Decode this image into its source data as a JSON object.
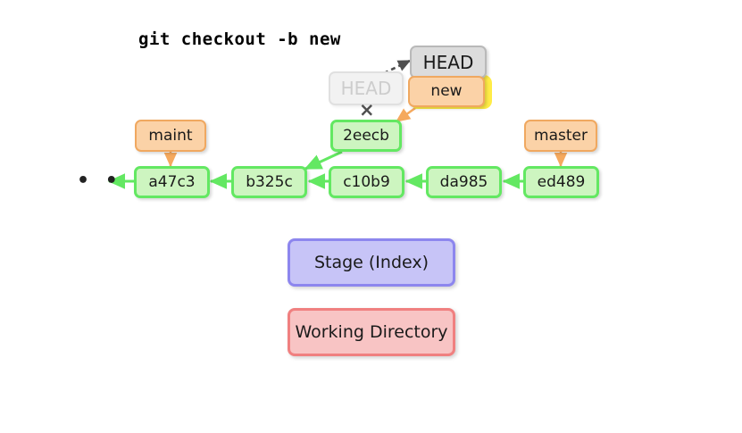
{
  "title": {
    "command": "git checkout -b new"
  },
  "colors": {
    "commit_fill": "#cdf5c0",
    "commit_border": "#63e862",
    "branch_fill": "#fbd2a7",
    "branch_border": "#f0a860",
    "head_fill": "#dcdcdc",
    "head_border": "#b9b9b9",
    "head_ghost_fill": "#f2f2f2",
    "head_ghost_text": "#cdcdcd",
    "highlight": "#ffec46",
    "stage_fill": "#c7c4f7",
    "stage_border": "#8d86ee",
    "workdir_fill": "#f8c4c4",
    "workdir_border": "#f08080",
    "arrow_green": "#63e862",
    "arrow_orange": "#f5a95e",
    "arrow_dashed": "#4f4f4f"
  },
  "commits": [
    {
      "id": "a47c3",
      "label": "a47c3"
    },
    {
      "id": "b325c",
      "label": "b325c"
    },
    {
      "id": "c10b9",
      "label": "c10b9"
    },
    {
      "id": "da985",
      "label": "da985"
    },
    {
      "id": "ed489",
      "label": "ed489"
    },
    {
      "id": "2eecb",
      "label": "2eecb"
    }
  ],
  "branches": [
    {
      "id": "maint",
      "label": "maint",
      "points_to": "a47c3"
    },
    {
      "id": "master",
      "label": "master",
      "points_to": "ed489"
    },
    {
      "id": "new",
      "label": "new",
      "points_to": "2eecb",
      "highlighted": true
    }
  ],
  "head": {
    "label": "HEAD",
    "ghost_label": "HEAD",
    "attached_to": "new",
    "previous_target": "2eecb",
    "detached_marker": "×"
  },
  "history_ellipsis": "• • •",
  "panels": [
    {
      "id": "stage",
      "label": "Stage (Index)"
    },
    {
      "id": "workdir",
      "label": "Working Directory"
    }
  ]
}
